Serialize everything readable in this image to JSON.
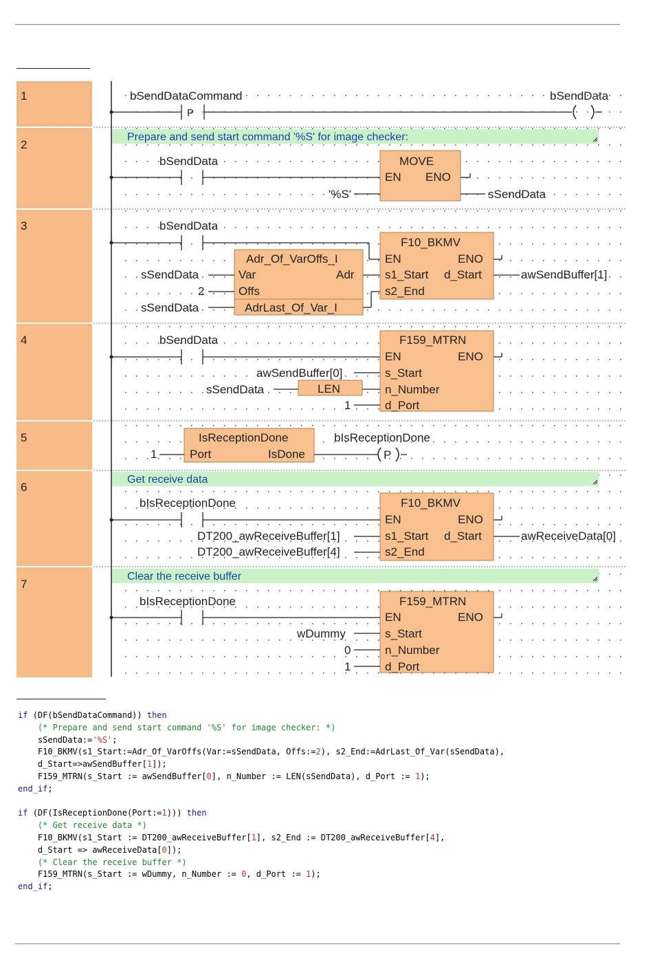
{
  "rungs": [
    {
      "num": "1"
    },
    {
      "num": "2",
      "comment": "Prepare and send start command '%S' for image checker:"
    },
    {
      "num": "3"
    },
    {
      "num": "4"
    },
    {
      "num": "5"
    },
    {
      "num": "6",
      "comment": "Get receive data"
    },
    {
      "num": "7",
      "comment": "Clear the receive buffer"
    }
  ],
  "labels": {
    "r1_contact_var": "bSendDataCommand",
    "r1_contact_sym": "P",
    "r1_coil_var": "bSendData",
    "r2_contact_var": "bSendData",
    "r2_block_name": "MOVE",
    "r2_en": "EN",
    "r2_eno": "ENO",
    "r2_input": "'%S'",
    "r2_output": "sSendData",
    "r3_contact_var": "bSendData",
    "r3_block_name": "F10_BKMV",
    "r3_en": "EN",
    "r3_eno": "ENO",
    "r3_s1": "s1_Start",
    "r3_dstart": "d_Start",
    "r3_s2": "s2_End",
    "r3_output": "awSendBuffer[1]",
    "r3_adr_name": "Adr_Of_VarOffs_I",
    "r3_var": "Var",
    "r3_adr": "Adr",
    "r3_offs": "Offs",
    "r3_in1": "sSendData",
    "r3_in2": "2",
    "r3_in3": "sSendData",
    "r3_adrlast": "AdrLast_Of_Var_I",
    "r4_contact_var": "bSendData",
    "r4_block_name": "F159_MTRN",
    "r4_en": "EN",
    "r4_eno": "ENO",
    "r4_sstart": "s_Start",
    "r4_nnumber": "n_Number",
    "r4_dport": "d_Port",
    "r4_in1": "awSendBuffer[0]",
    "r4_in2": "sSendData",
    "r4_len": "LEN",
    "r4_in3": "1",
    "r5_block_name": "IsReceptionDone",
    "r5_port": "Port",
    "r5_isdone": "IsDone",
    "r5_in": "1",
    "r5_coil_var": "bIsReceptionDone",
    "r5_coil_sym": "P",
    "r6_contact_var": "bIsReceptionDone",
    "r6_block_name": "F10_BKMV",
    "r6_en": "EN",
    "r6_eno": "ENO",
    "r6_s1": "s1_Start",
    "r6_dstart": "d_Start",
    "r6_s2": "s2_End",
    "r6_in1": "DT200_awReceiveBuffer[1]",
    "r6_in2": "DT200_awReceiveBuffer[4]",
    "r6_output": "awReceiveData[0]",
    "r7_contact_var": "bIsReceptionDone",
    "r7_block_name": "F159_MTRN",
    "r7_en": "EN",
    "r7_eno": "ENO",
    "r7_sstart": "s_Start",
    "r7_nnumber": "n_Number",
    "r7_dport": "d_Port",
    "r7_in1": "wDummy",
    "r7_in2": "0",
    "r7_in3": "1"
  },
  "code": [
    [
      [
        "kw",
        "if "
      ],
      [
        "tx",
        "(DF(bSendDataCommand)) "
      ],
      [
        "kw",
        "then"
      ]
    ],
    [
      [
        "tx",
        "    "
      ],
      [
        "cm",
        "(* Prepare and send start command '%S' for image checker: *)"
      ]
    ],
    [
      [
        "tx",
        "    sSendData:="
      ],
      [
        "st",
        "'%S'"
      ],
      [
        "tx",
        ";"
      ]
    ],
    [
      [
        "tx",
        "    F10_BKMV(s1_Start:=Adr_Of_VarOffs(Var:=sSendData, Offs:="
      ],
      [
        "nm",
        "2"
      ],
      [
        "tx",
        "), s2_End:=AdrLast_Of_Var(sSendData),"
      ]
    ],
    [
      [
        "tx",
        "    d_Start=>awSendBuffer["
      ],
      [
        "nm",
        "1"
      ],
      [
        "tx",
        "]);"
      ]
    ],
    [
      [
        "tx",
        "    F159_MTRN(s_Start := awSendBuffer["
      ],
      [
        "nm",
        "0"
      ],
      [
        "tx",
        "], n_Number := LEN(sSendData), d_Port := "
      ],
      [
        "nm",
        "1"
      ],
      [
        "tx",
        ");"
      ]
    ],
    [
      [
        "kw",
        "end_if"
      ],
      [
        "tx",
        ";"
      ]
    ],
    [
      [
        "tx",
        ""
      ]
    ],
    [
      [
        "kw",
        "if "
      ],
      [
        "tx",
        "(DF(IsReceptionDone(Port:="
      ],
      [
        "nm",
        "1"
      ],
      [
        "tx",
        "))) "
      ],
      [
        "kw",
        "then"
      ]
    ],
    [
      [
        "tx",
        "    "
      ],
      [
        "cm",
        "(* Get receive data *)"
      ]
    ],
    [
      [
        "tx",
        "    F10_BKMV(s1_Start := DT200_awReceiveBuffer["
      ],
      [
        "nm",
        "1"
      ],
      [
        "tx",
        "], s2_End := DT200_awReceiveBuffer["
      ],
      [
        "nm",
        "4"
      ],
      [
        "tx",
        "],"
      ]
    ],
    [
      [
        "tx",
        "    d_Start => awReceiveData["
      ],
      [
        "nm",
        "0"
      ],
      [
        "tx",
        "]);"
      ]
    ],
    [
      [
        "tx",
        "    "
      ],
      [
        "cm",
        "(* Clear the receive buffer *)"
      ]
    ],
    [
      [
        "tx",
        "    F159_MTRN(s_Start := wDummy, n_Number := "
      ],
      [
        "nm",
        "0"
      ],
      [
        "tx",
        ", d_Port := "
      ],
      [
        "nm",
        "1"
      ],
      [
        "tx",
        ");"
      ]
    ],
    [
      [
        "kw",
        "end_if"
      ],
      [
        "tx",
        ";"
      ]
    ]
  ],
  "colors": {
    "number_column": "#f6bb86",
    "block_fill": "#f7c08c",
    "block_border": "#b0804a",
    "comment_bg": "#c9f3c6",
    "comment_text": "#1d3fb5",
    "wire": "#222222",
    "keyword": "#1a1aa8",
    "comment_code": "#1e8a2e",
    "literal": "#c0392b"
  }
}
